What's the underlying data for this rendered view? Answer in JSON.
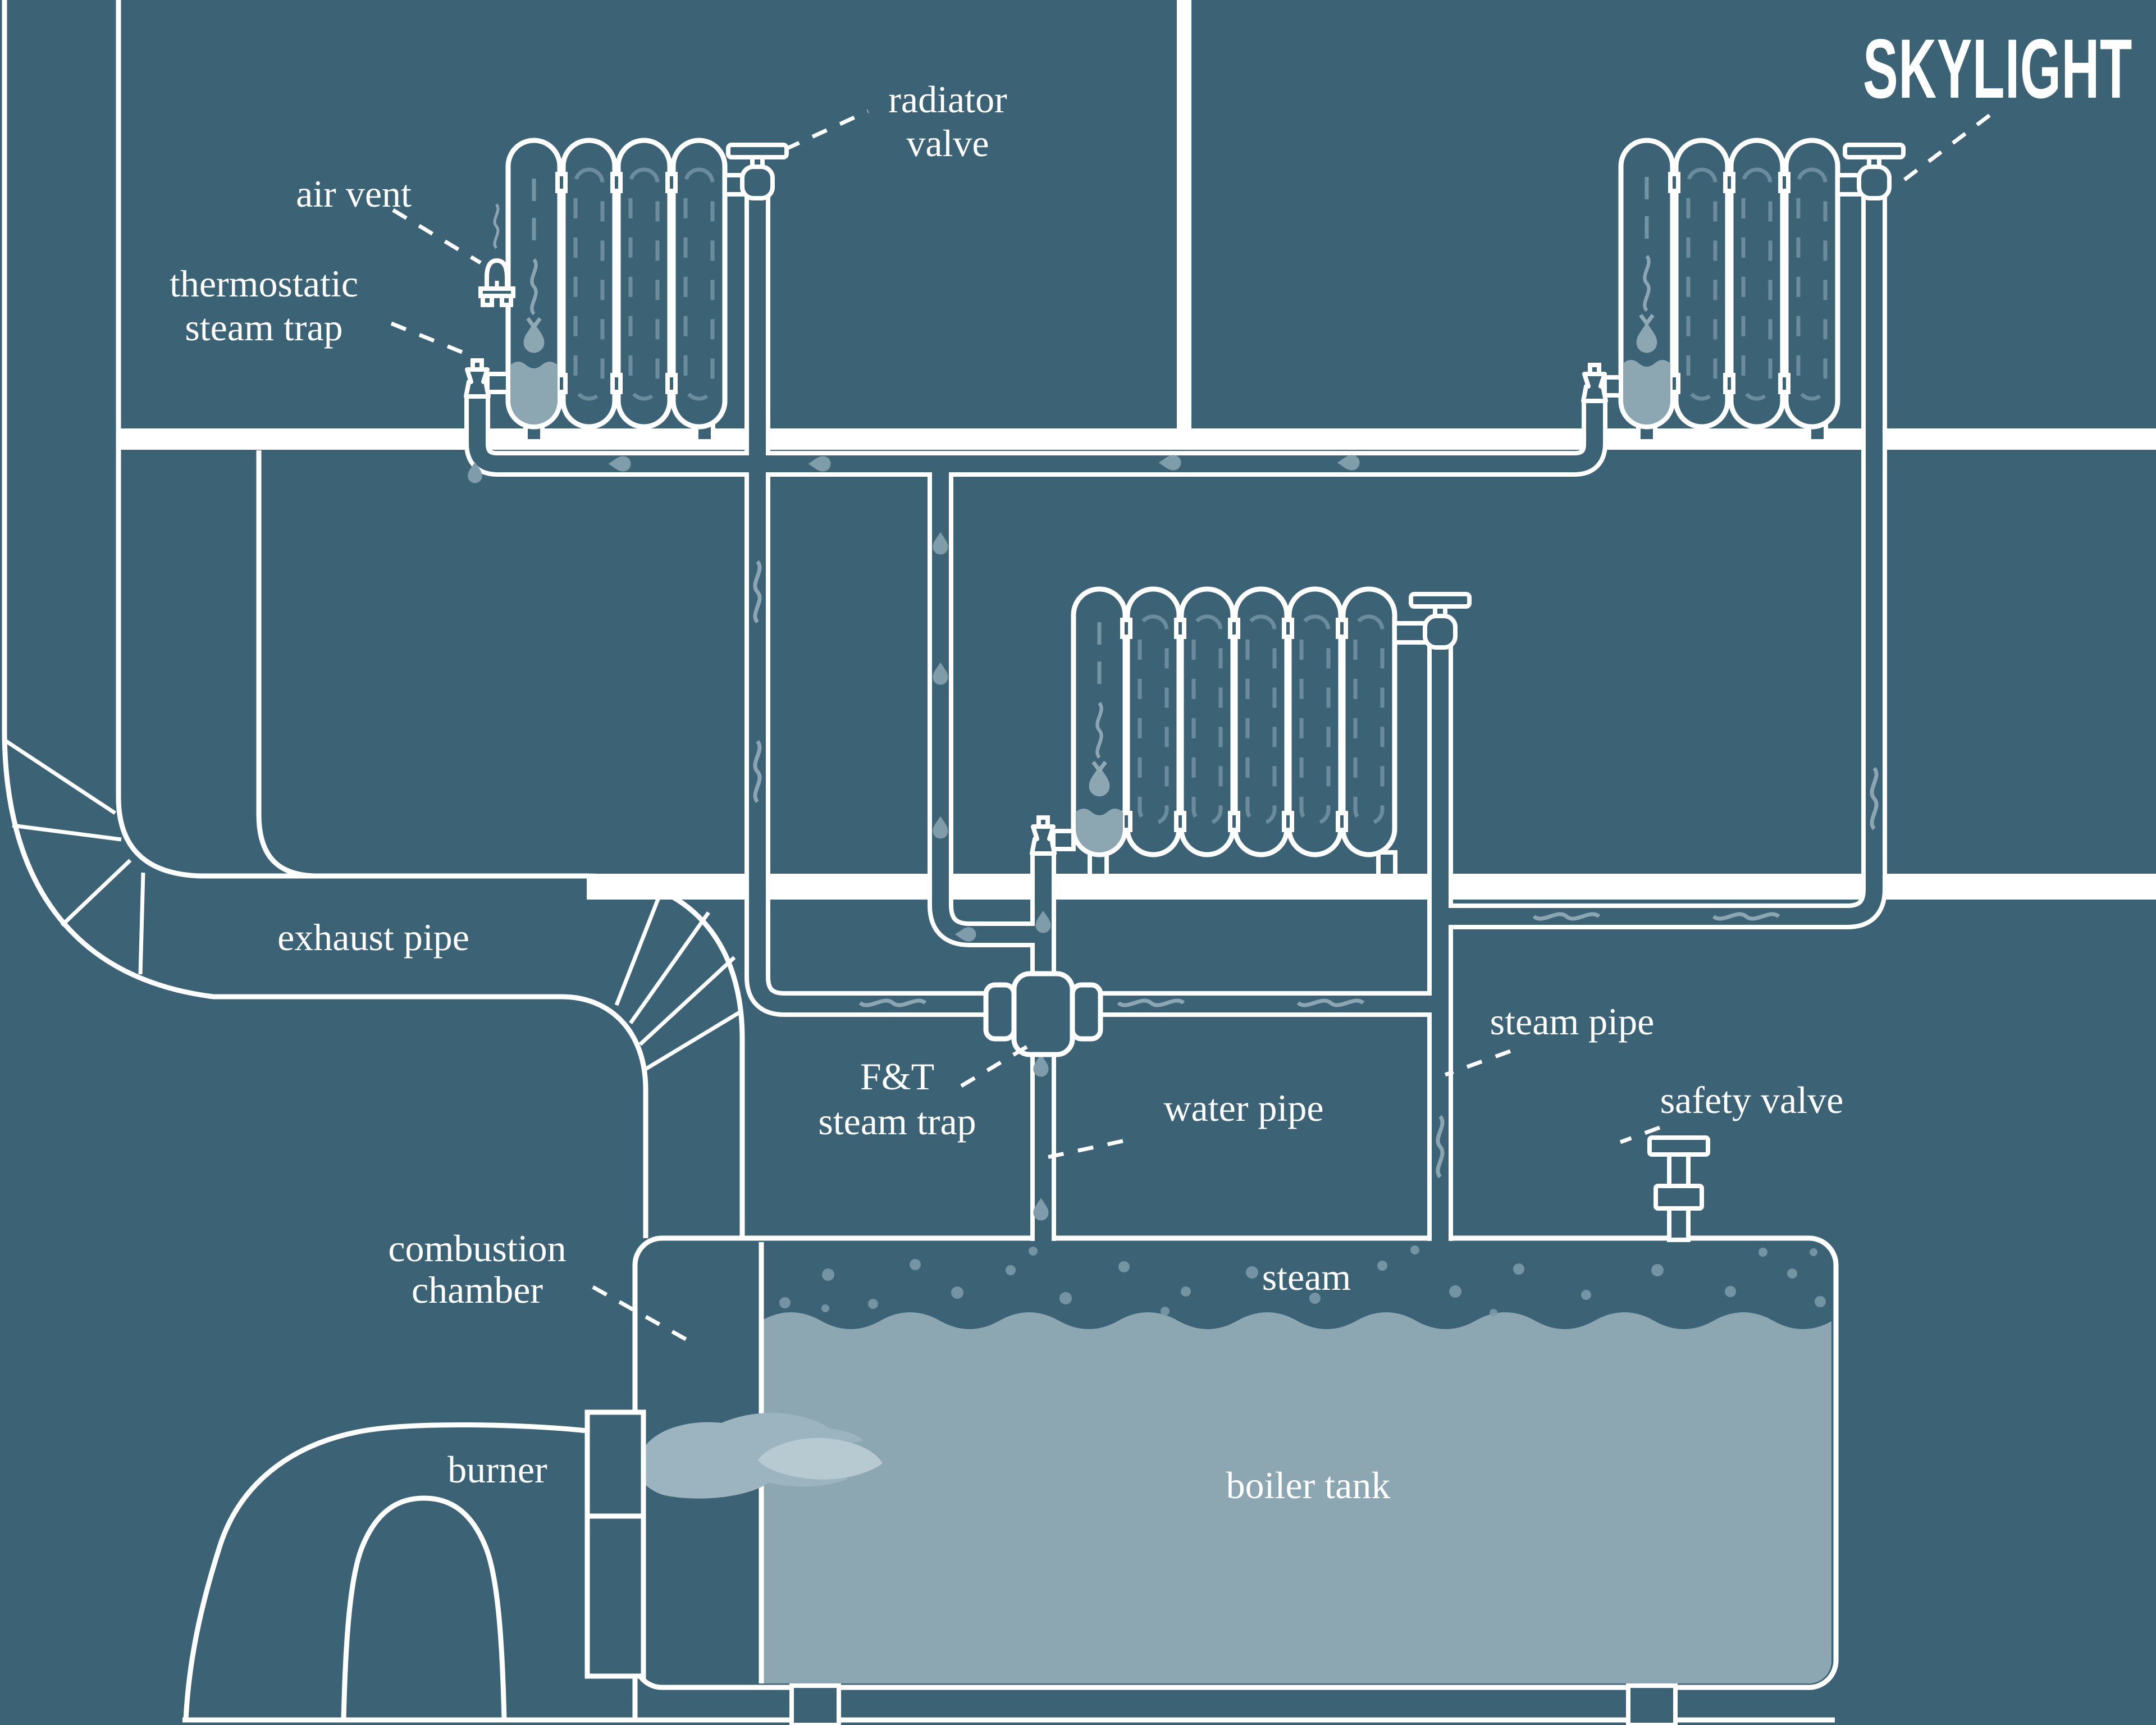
{
  "logo": {
    "text": "SKYLIGHT"
  },
  "labels": {
    "air_vent": "air vent",
    "thermostatic_line1": "thermostatic",
    "thermostatic_line2": "steam trap",
    "radiator_valve_line1": "radiator",
    "radiator_valve_line2": "valve",
    "exhaust_pipe": "exhaust pipe",
    "ft_line1": "F&T",
    "ft_line2": "steam trap",
    "water_pipe": "water pipe",
    "steam_pipe": "steam pipe",
    "safety_valve": "safety valve",
    "combustion_line1": "combustion",
    "combustion_line2": "chamber",
    "burner": "burner",
    "steam": "steam",
    "boiler_tank": "boiler tank"
  },
  "colors": {
    "background": "#3C6375",
    "line": "#FFFFFF",
    "water": "#8CA7B2",
    "droplet": "#7F9CAB",
    "steam_dash": "#7E9DAD",
    "flame_outer": "#9CB4BF",
    "flame_inner": "#B8CAD1"
  },
  "components": [
    "radiator",
    "air-vent",
    "thermostatic-steam-trap",
    "radiator-valve",
    "exhaust-pipe",
    "f-and-t-steam-trap",
    "water-pipe",
    "steam-pipe",
    "safety-valve",
    "combustion-chamber",
    "burner",
    "boiler-tank",
    "steam"
  ]
}
